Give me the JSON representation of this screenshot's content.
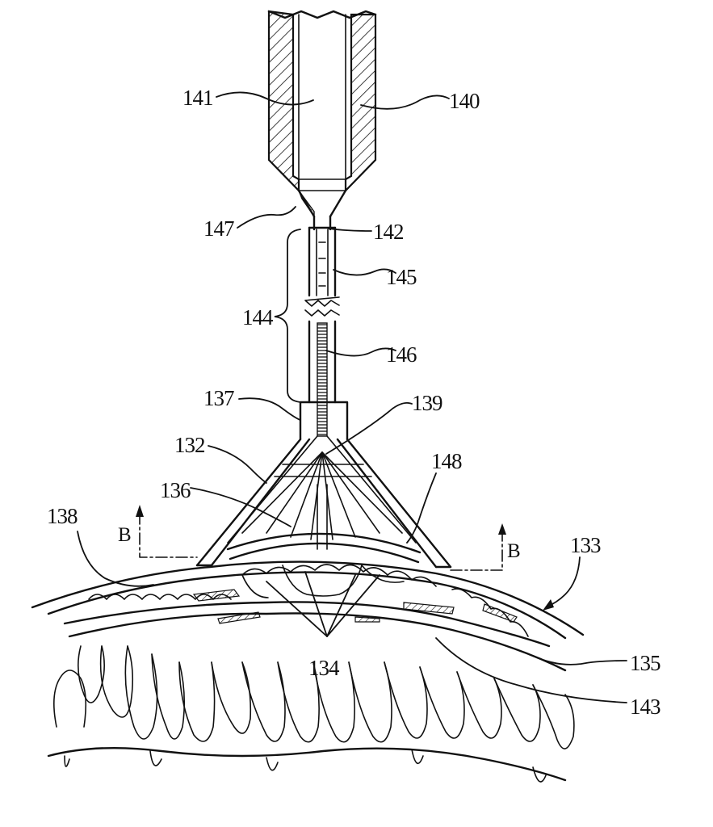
{
  "labels": {
    "l140": "140",
    "l141": "141",
    "l147": "147",
    "l142": "142",
    "l145": "145",
    "l144": "144",
    "l146": "146",
    "l137": "137",
    "l139": "139",
    "l132": "132",
    "l148": "148",
    "l136": "136",
    "l138": "138",
    "l133": "133",
    "l134": "134",
    "l135": "135",
    "l143": "143"
  },
  "section_marker": {
    "left": "B",
    "right": "B"
  },
  "colors": {
    "ink": "#111111",
    "paper": "#ffffff"
  }
}
